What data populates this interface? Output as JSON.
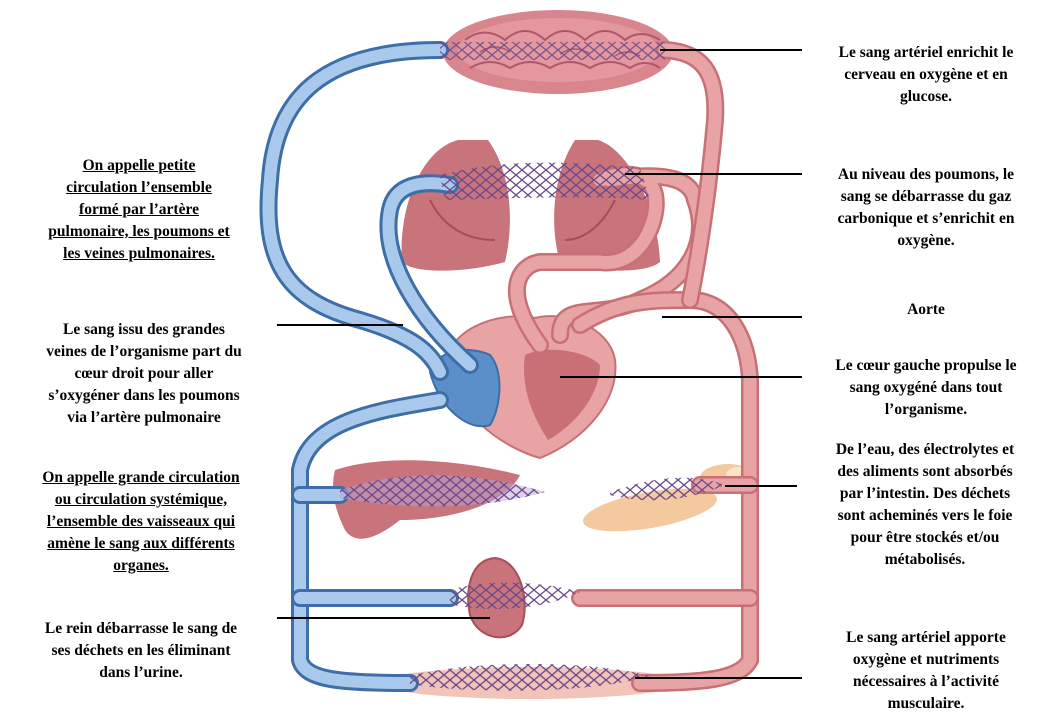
{
  "colors": {
    "vein_blue": "#5b8fc9",
    "vein_light": "#a9c9ec",
    "artery_red": "#e8a4a4",
    "artery_dark": "#c96f76",
    "organ": "#c9737b",
    "organ_dark": "#a84d59",
    "capillary": "#6b4a8a",
    "fat": "#f4c9a0"
  },
  "left_notes": {
    "petite_circulation": [
      "On appelle petite",
      "circulation l’ensemble",
      "formé par l’artère",
      "pulmonaire, les poumons et",
      "les veines pulmonaires."
    ],
    "sang_issu": [
      "Le sang issu des grandes",
      "veines de l’organisme part du",
      "cœur droit pour aller",
      "s’oxygéner dans les poumons",
      "via l’artère pulmonaire"
    ],
    "grande_circulation": [
      "On appelle grande circulation",
      "ou circulation systémique,",
      "l’ensemble des vaisseaux qui",
      "amène le sang aux différents",
      "organes."
    ],
    "rein": [
      "Le rein débarrasse le sang de",
      "ses déchets en les éliminant",
      "dans l’urine."
    ]
  },
  "right_notes": {
    "cerveau": [
      "Le sang artériel enrichit le",
      "cerveau en oxygène et en",
      "glucose."
    ],
    "poumons": [
      "Au niveau des poumons, le",
      "sang se débarrasse du gaz",
      "carbonique et s’enrichit en",
      "oxygène."
    ],
    "aorte": [
      "Aorte"
    ],
    "coeur_gauche": [
      "Le cœur gauche propulse le",
      "sang oxygéné dans tout",
      "l’organisme."
    ],
    "intestin": [
      "De l’eau, des électrolytes et",
      "des aliments sont absorbés",
      "par l’intestin. Des déchets",
      "sont acheminés vers le foie",
      "pour être stockés et/ou",
      "métabolisés."
    ],
    "muscle": [
      "Le sang artériel apporte",
      "oxygène et nutriments",
      "nécessaires à l’activité",
      "musculaire."
    ]
  }
}
